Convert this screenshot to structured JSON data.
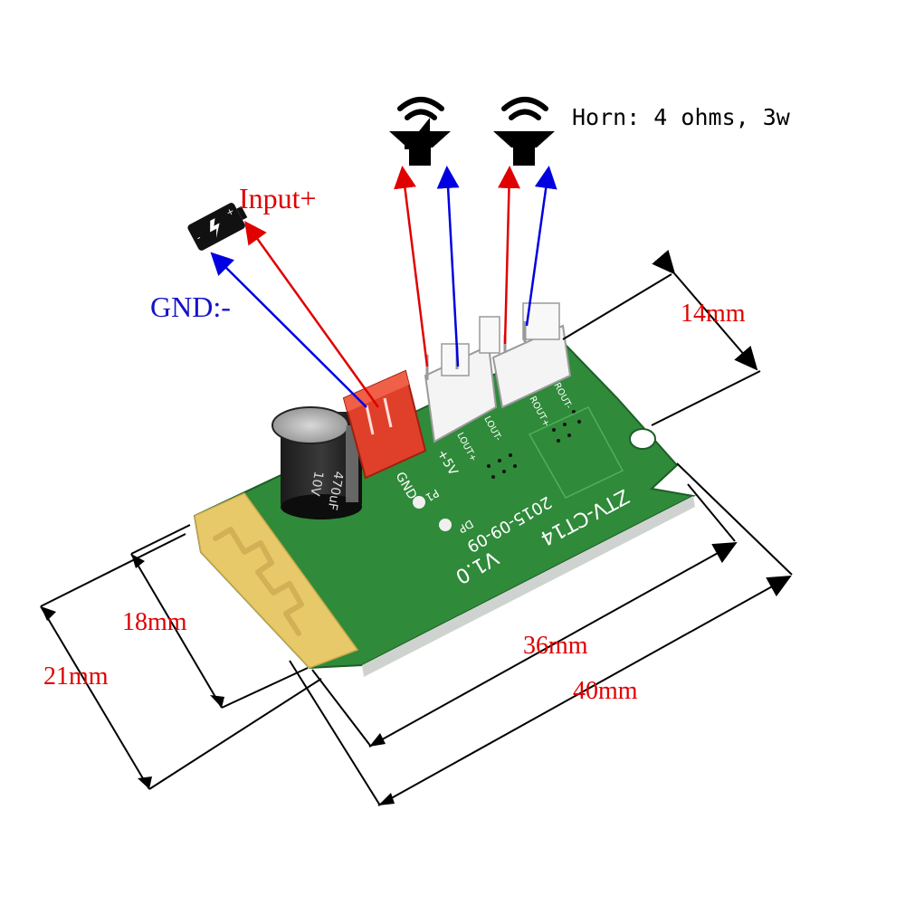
{
  "labels": {
    "horn": "Horn: 4 ohms, 3w",
    "input_plus": "Input+",
    "gnd_minus": "GND:-",
    "dim_14": "14mm",
    "dim_18": "18mm",
    "dim_21": "21mm",
    "dim_36": "36mm",
    "dim_40": "40mm"
  },
  "board": {
    "model": "ZTV-CT14",
    "date": "2015-09-09",
    "version": "V1.0",
    "pins": {
      "gnd": "GND",
      "v5": "+5V",
      "lout_plus": "LOUT+",
      "lout_minus": "LOUT-",
      "rout_plus": "ROUT+",
      "rout_minus": "ROUT-",
      "p1": "P1",
      "dp": "DP"
    },
    "capacitor": {
      "line1": "470uF",
      "line2": "10V"
    }
  },
  "colors": {
    "red_arrow": "#e00000",
    "blue_arrow": "#0000e0",
    "label_red": "#e00000",
    "label_blue": "#1414c8",
    "pcb_green": "#2f8a3a",
    "pcb_green_light": "#3fa34a",
    "antenna_gold": "#e8c96a",
    "connector_red": "#e0402a",
    "connector_white": "#f4f4f4"
  },
  "icons": [
    "speaker-icon",
    "speaker-icon",
    "battery-icon"
  ]
}
